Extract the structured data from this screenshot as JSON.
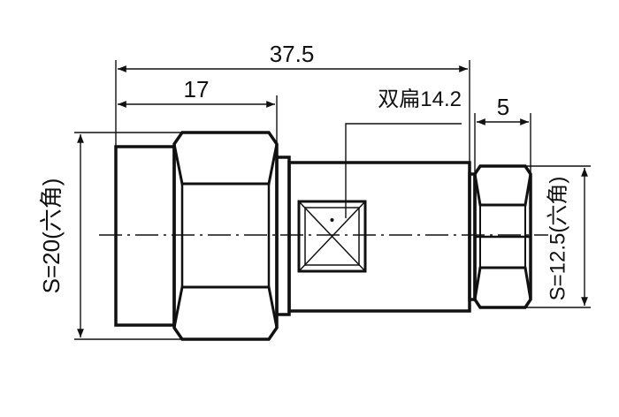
{
  "dimensions": {
    "total_length": "37.5",
    "hex_section_length": "17",
    "flats_label": "双扁14.2",
    "small_hex_length": "5",
    "large_hex_label": "S=20(六角)",
    "small_hex_label": "S=12.5(六角)"
  },
  "colors": {
    "line": "#111111",
    "background": "#ffffff"
  }
}
